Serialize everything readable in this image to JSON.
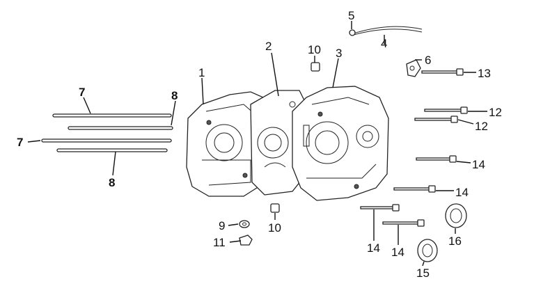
{
  "diagram": {
    "callouts": [
      {
        "id": "c1",
        "text": "1"
      },
      {
        "id": "c2",
        "text": "2"
      },
      {
        "id": "c3",
        "text": "3"
      },
      {
        "id": "c4",
        "text": "4"
      },
      {
        "id": "c5",
        "text": "5"
      },
      {
        "id": "c6",
        "text": "6"
      },
      {
        "id": "c7a",
        "text": "7"
      },
      {
        "id": "c7b",
        "text": "7"
      },
      {
        "id": "c8a",
        "text": "8"
      },
      {
        "id": "c8b",
        "text": "8"
      },
      {
        "id": "c9",
        "text": "9"
      },
      {
        "id": "c10a",
        "text": "10"
      },
      {
        "id": "c10b",
        "text": "10"
      },
      {
        "id": "c11",
        "text": "11"
      },
      {
        "id": "c12a",
        "text": "12"
      },
      {
        "id": "c12b",
        "text": "12"
      },
      {
        "id": "c13",
        "text": "13"
      },
      {
        "id": "c14a",
        "text": "14"
      },
      {
        "id": "c14b",
        "text": "14"
      },
      {
        "id": "c14c",
        "text": "14"
      },
      {
        "id": "c14d",
        "text": "14"
      },
      {
        "id": "c15",
        "text": "15"
      },
      {
        "id": "c16",
        "text": "16"
      }
    ]
  }
}
